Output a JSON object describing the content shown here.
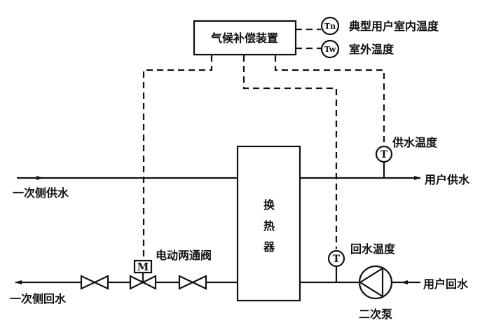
{
  "controller": {
    "label": "气候补偿装置"
  },
  "sensors": {
    "indoor": {
      "symbol": "Tn",
      "label": "典型用户室内温度"
    },
    "outdoor": {
      "symbol": "Tw",
      "label": "室外温度"
    },
    "supply_temp": {
      "symbol": "T",
      "label": "供水温度"
    },
    "return_temp": {
      "symbol": "T",
      "label": "回水温度"
    }
  },
  "heat_exchanger": {
    "chars": [
      "换",
      "热",
      "器"
    ]
  },
  "pipes": {
    "primary_supply": "一次侧供水",
    "primary_return": "一次侧回水",
    "user_supply": "用户供水",
    "user_return": "用户回水"
  },
  "valve": {
    "motor_symbol": "M",
    "label": "电动两通阀"
  },
  "pump": {
    "label": "二次泵"
  },
  "colors": {
    "line": "#111111",
    "background": "#ffffff"
  }
}
